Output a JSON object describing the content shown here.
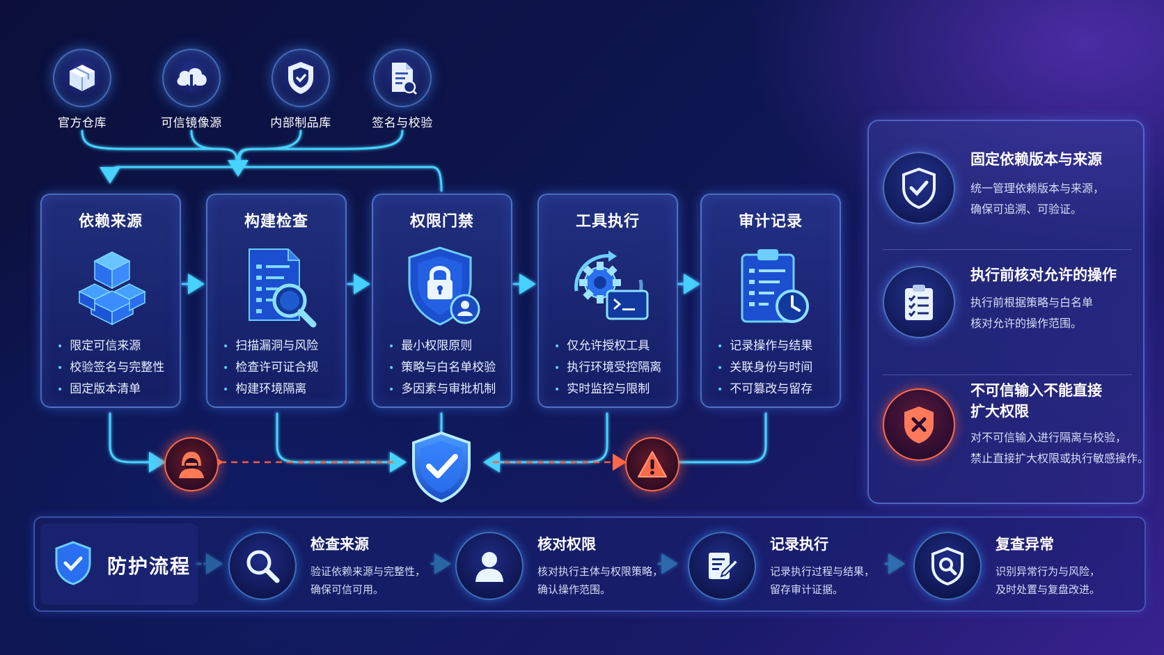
{
  "sources": [
    {
      "label": "官方仓库",
      "icon": "package-box-icon"
    },
    {
      "label": "可信镜像源",
      "icon": "cloud-download-icon"
    },
    {
      "label": "内部制品库",
      "icon": "shield-icon"
    },
    {
      "label": "签名与校验",
      "icon": "document-verify-icon"
    }
  ],
  "cards": [
    {
      "title": "依赖来源",
      "icon": "cubes-icon",
      "items": [
        "限定可信来源",
        "校验签名与完整性",
        "固定版本清单"
      ]
    },
    {
      "title": "构建检查",
      "icon": "document-search-icon",
      "items": [
        "扫描漏洞与风险",
        "检查许可证合规",
        "构建环境隔离"
      ]
    },
    {
      "title": "权限门禁",
      "icon": "shield-lock-icon",
      "items": [
        "最小权限原则",
        "策略与白名单校验",
        "多因素与审批机制"
      ]
    },
    {
      "title": "工具执行",
      "icon": "gear-terminal-icon",
      "items": [
        "仅允许授权工具",
        "执行环境受控隔离",
        "实时监控与限制"
      ]
    },
    {
      "title": "审计记录",
      "icon": "clipboard-clock-icon",
      "items": [
        "记录操作与结果",
        "关联身份与时间",
        "不可篡改与留存"
      ]
    }
  ],
  "right_panel": [
    {
      "title": "固定依赖版本与来源",
      "desc": [
        "统一管理依赖版本与来源，",
        "确保可追溯、可验证。"
      ],
      "icon": "shield-check-icon"
    },
    {
      "title": "执行前核对允许的操作",
      "desc": [
        "执行前根据策略与白名单",
        "核对允许的操作范围。"
      ],
      "icon": "checklist-icon"
    },
    {
      "title": [
        "不可信输入不能直接",
        "扩大权限"
      ],
      "desc": [
        "对不可信输入进行隔离与校验，",
        "禁止直接扩大权限或执行敏感操作。"
      ],
      "icon": "shield-x-icon"
    }
  ],
  "flow": {
    "title": "防护流程",
    "steps": [
      {
        "title": "检查来源",
        "desc": [
          "验证依赖来源与完整性，",
          "确保可信可用。"
        ],
        "icon": "magnifier-icon"
      },
      {
        "title": "核对权限",
        "desc": [
          "核对执行主体与权限策略，",
          "确认操作范围。"
        ],
        "icon": "user-icon"
      },
      {
        "title": "记录执行",
        "desc": [
          "记录执行过程与结果，",
          "留存审计证据。"
        ],
        "icon": "edit-document-icon"
      },
      {
        "title": "复查异常",
        "desc": [
          "识别异常行为与风险，",
          "及时处置与复盘改进。"
        ],
        "icon": "shield-search-icon"
      }
    ]
  },
  "colors": {
    "accent": "#3fc8ff",
    "danger": "#ff5a3c",
    "shield": "#2f7bff"
  }
}
